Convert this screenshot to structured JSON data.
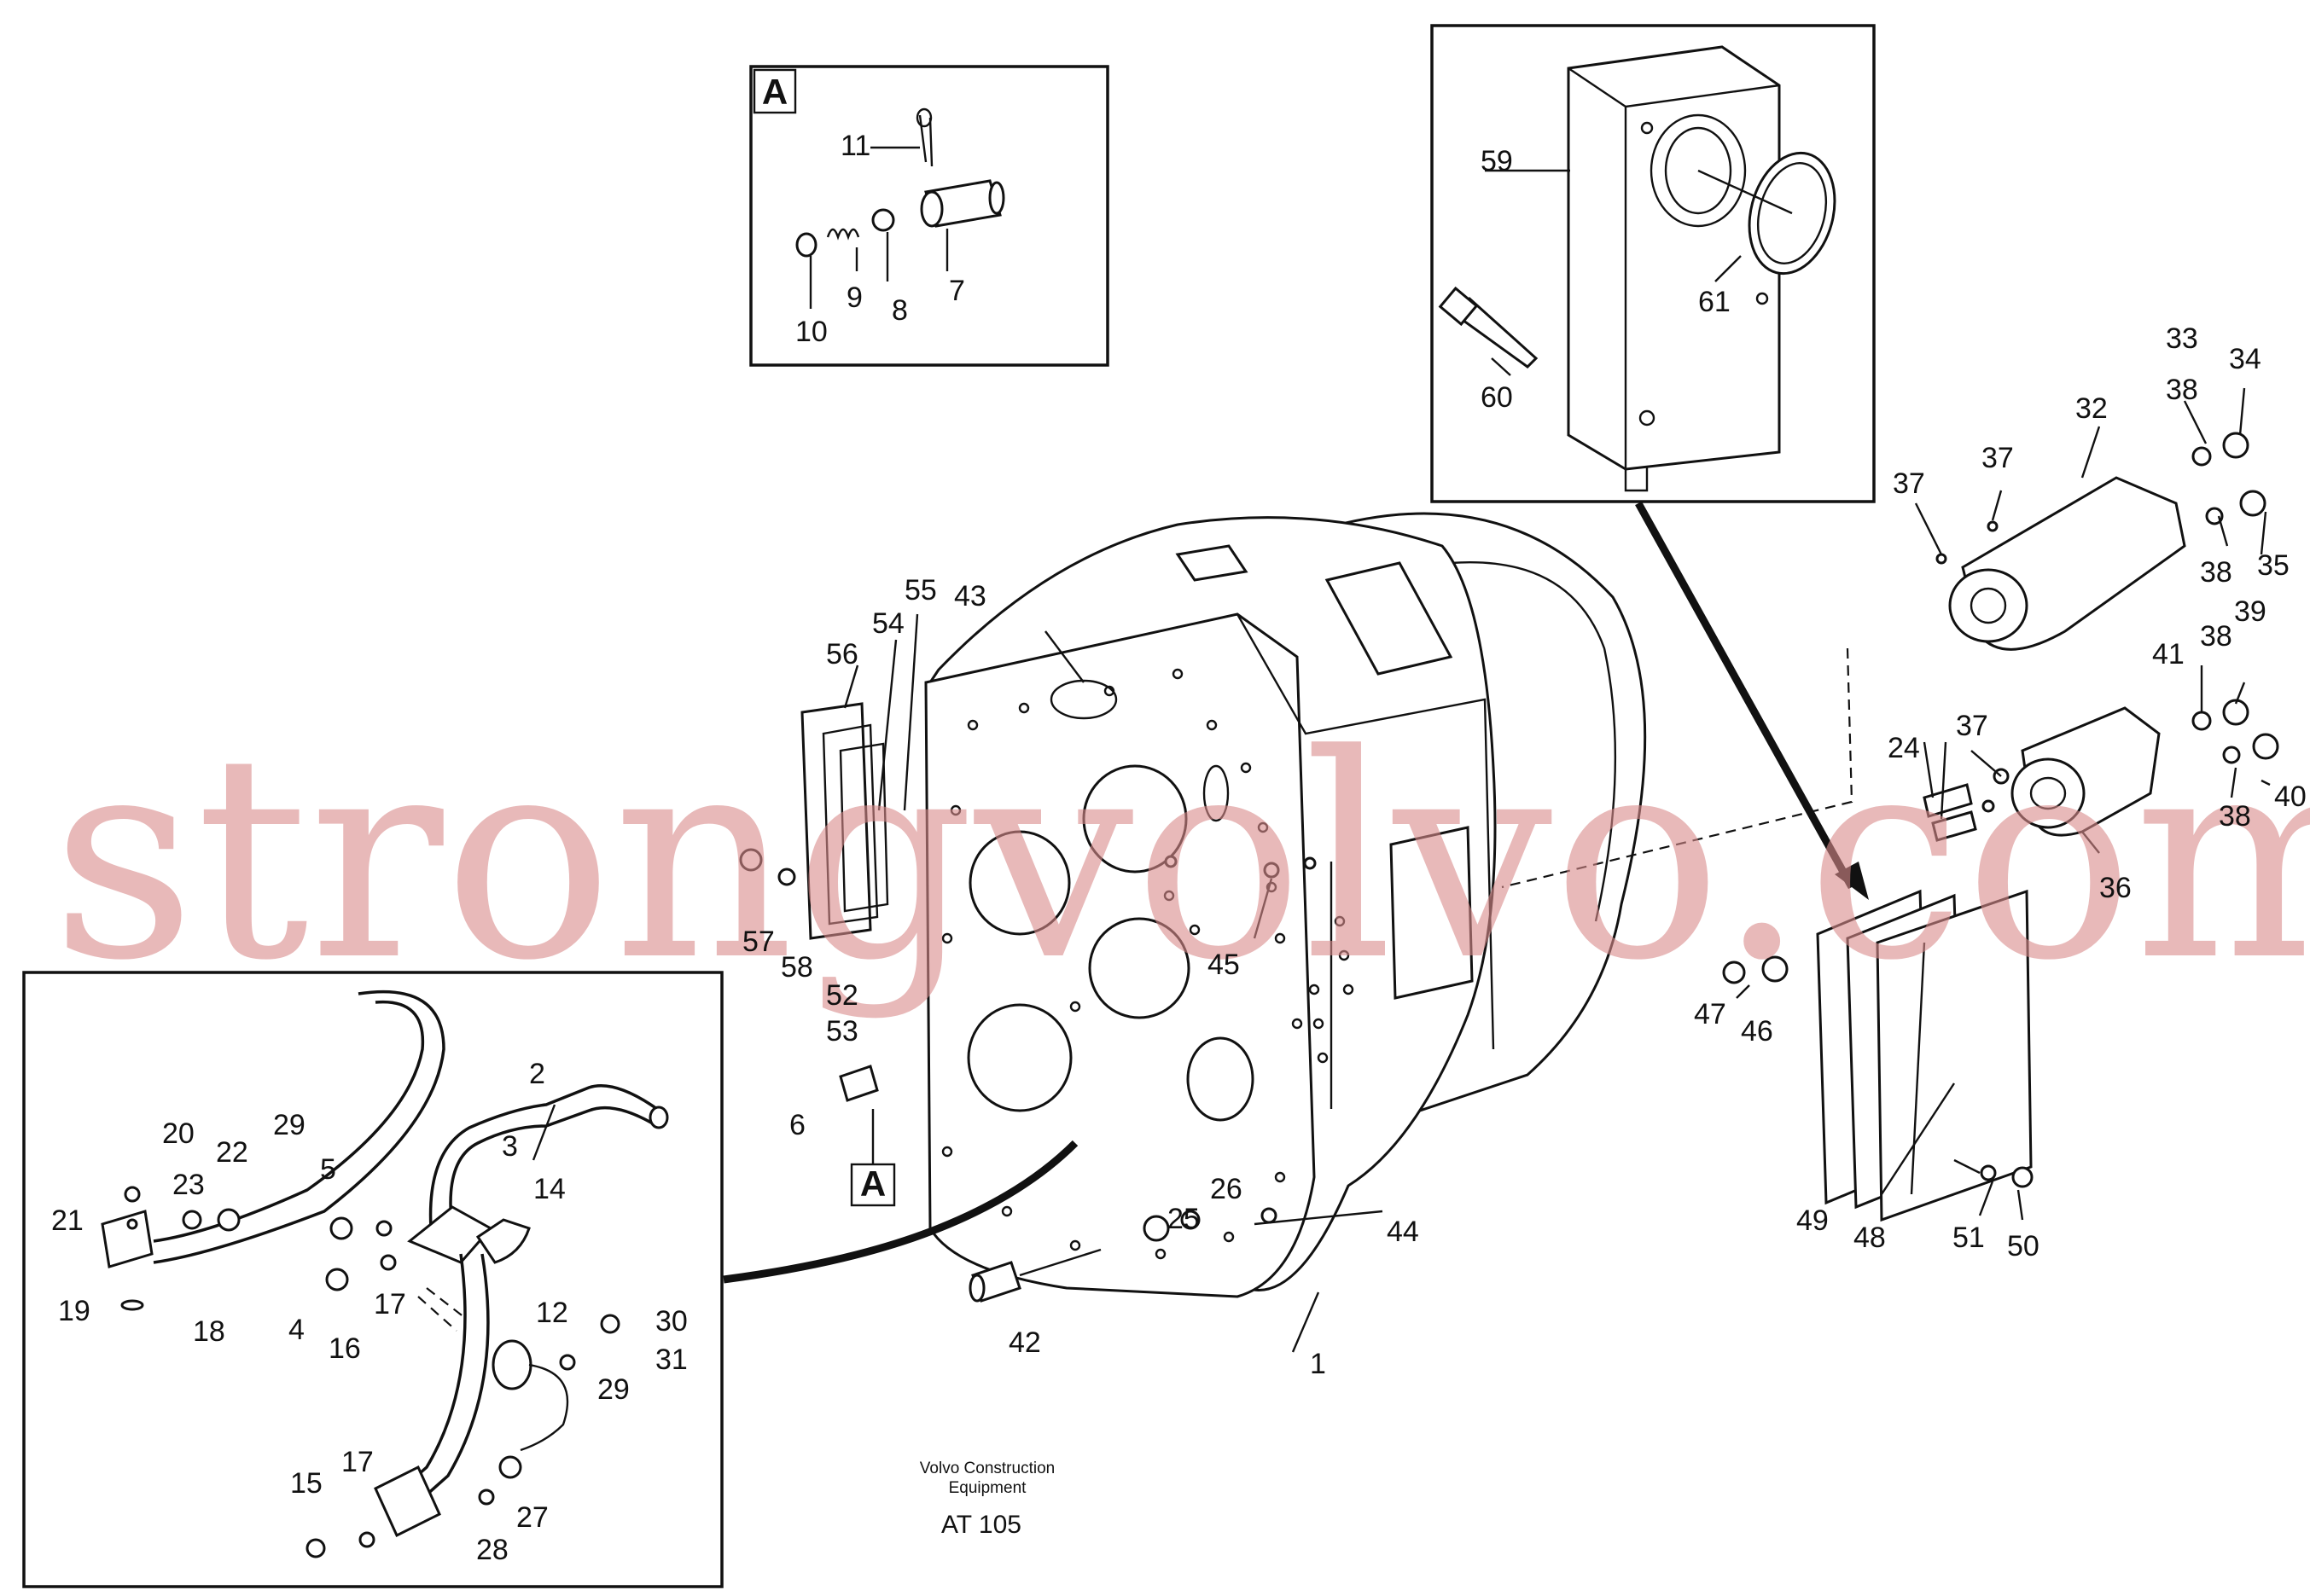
{
  "title": "AT 105",
  "publisher_line1": "Volvo Construction",
  "publisher_line2": "Equipment",
  "watermark": "strongvolvo.com",
  "inset_letter": "A",
  "section_marker": "A",
  "labels": {
    "p1": "1",
    "p2": "2",
    "p3": "3",
    "p4": "4",
    "p5": "5",
    "p6": "6",
    "p7": "7",
    "p8": "8",
    "p9": "9",
    "p10": "10",
    "p11": "11",
    "p12": "12",
    "p14": "14",
    "p15": "15",
    "p16": "16",
    "p17a": "17",
    "p17b": "17",
    "p18": "18",
    "p19": "19",
    "p20": "20",
    "p21": "21",
    "p22": "22",
    "p23": "23",
    "p24": "24",
    "p25": "25",
    "p26": "26",
    "p27": "27",
    "p28": "28",
    "p29a": "29",
    "p29b": "29",
    "p30": "30",
    "p31": "31",
    "p32": "32",
    "p33": "33",
    "p34": "34",
    "p35": "35",
    "p36": "36",
    "p37a": "37",
    "p37b": "37",
    "p37c": "37",
    "p38a": "38",
    "p38b": "38",
    "p38c": "38",
    "p38d": "38",
    "p39": "39",
    "p40": "40",
    "p41": "41",
    "p42": "42",
    "p43": "43",
    "p44": "44",
    "p45": "45",
    "p46": "46",
    "p47": "47",
    "p48": "48",
    "p49": "49",
    "p50": "50",
    "p51": "51",
    "p52": "52",
    "p53": "53",
    "p54": "54",
    "p55": "55",
    "p56": "56",
    "p57": "57",
    "p58": "58",
    "p59": "59",
    "p60": "60",
    "p61": "61"
  },
  "colors": {
    "line": "#111111",
    "watermark": "#d98c8c",
    "background": "#ffffff"
  }
}
